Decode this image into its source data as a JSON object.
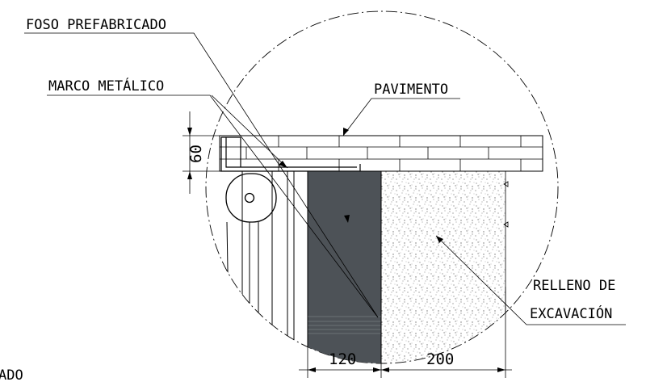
{
  "labels": {
    "foso": "FOSO PREFABRICADO",
    "marco": "MARCO METÁLICO",
    "pavimento": "PAVIMENTO",
    "relleno_1": "RELLENO DE",
    "relleno_2": "EXCAVACIÓN",
    "cut_text": "ADO"
  },
  "dimensions": {
    "height": "60",
    "width_left": "120",
    "width_right": "200"
  },
  "colors": {
    "line": "#000000",
    "foso_fill": "#4d5257",
    "fill_stipple": "#6a6a6a",
    "background": "#ffffff"
  }
}
